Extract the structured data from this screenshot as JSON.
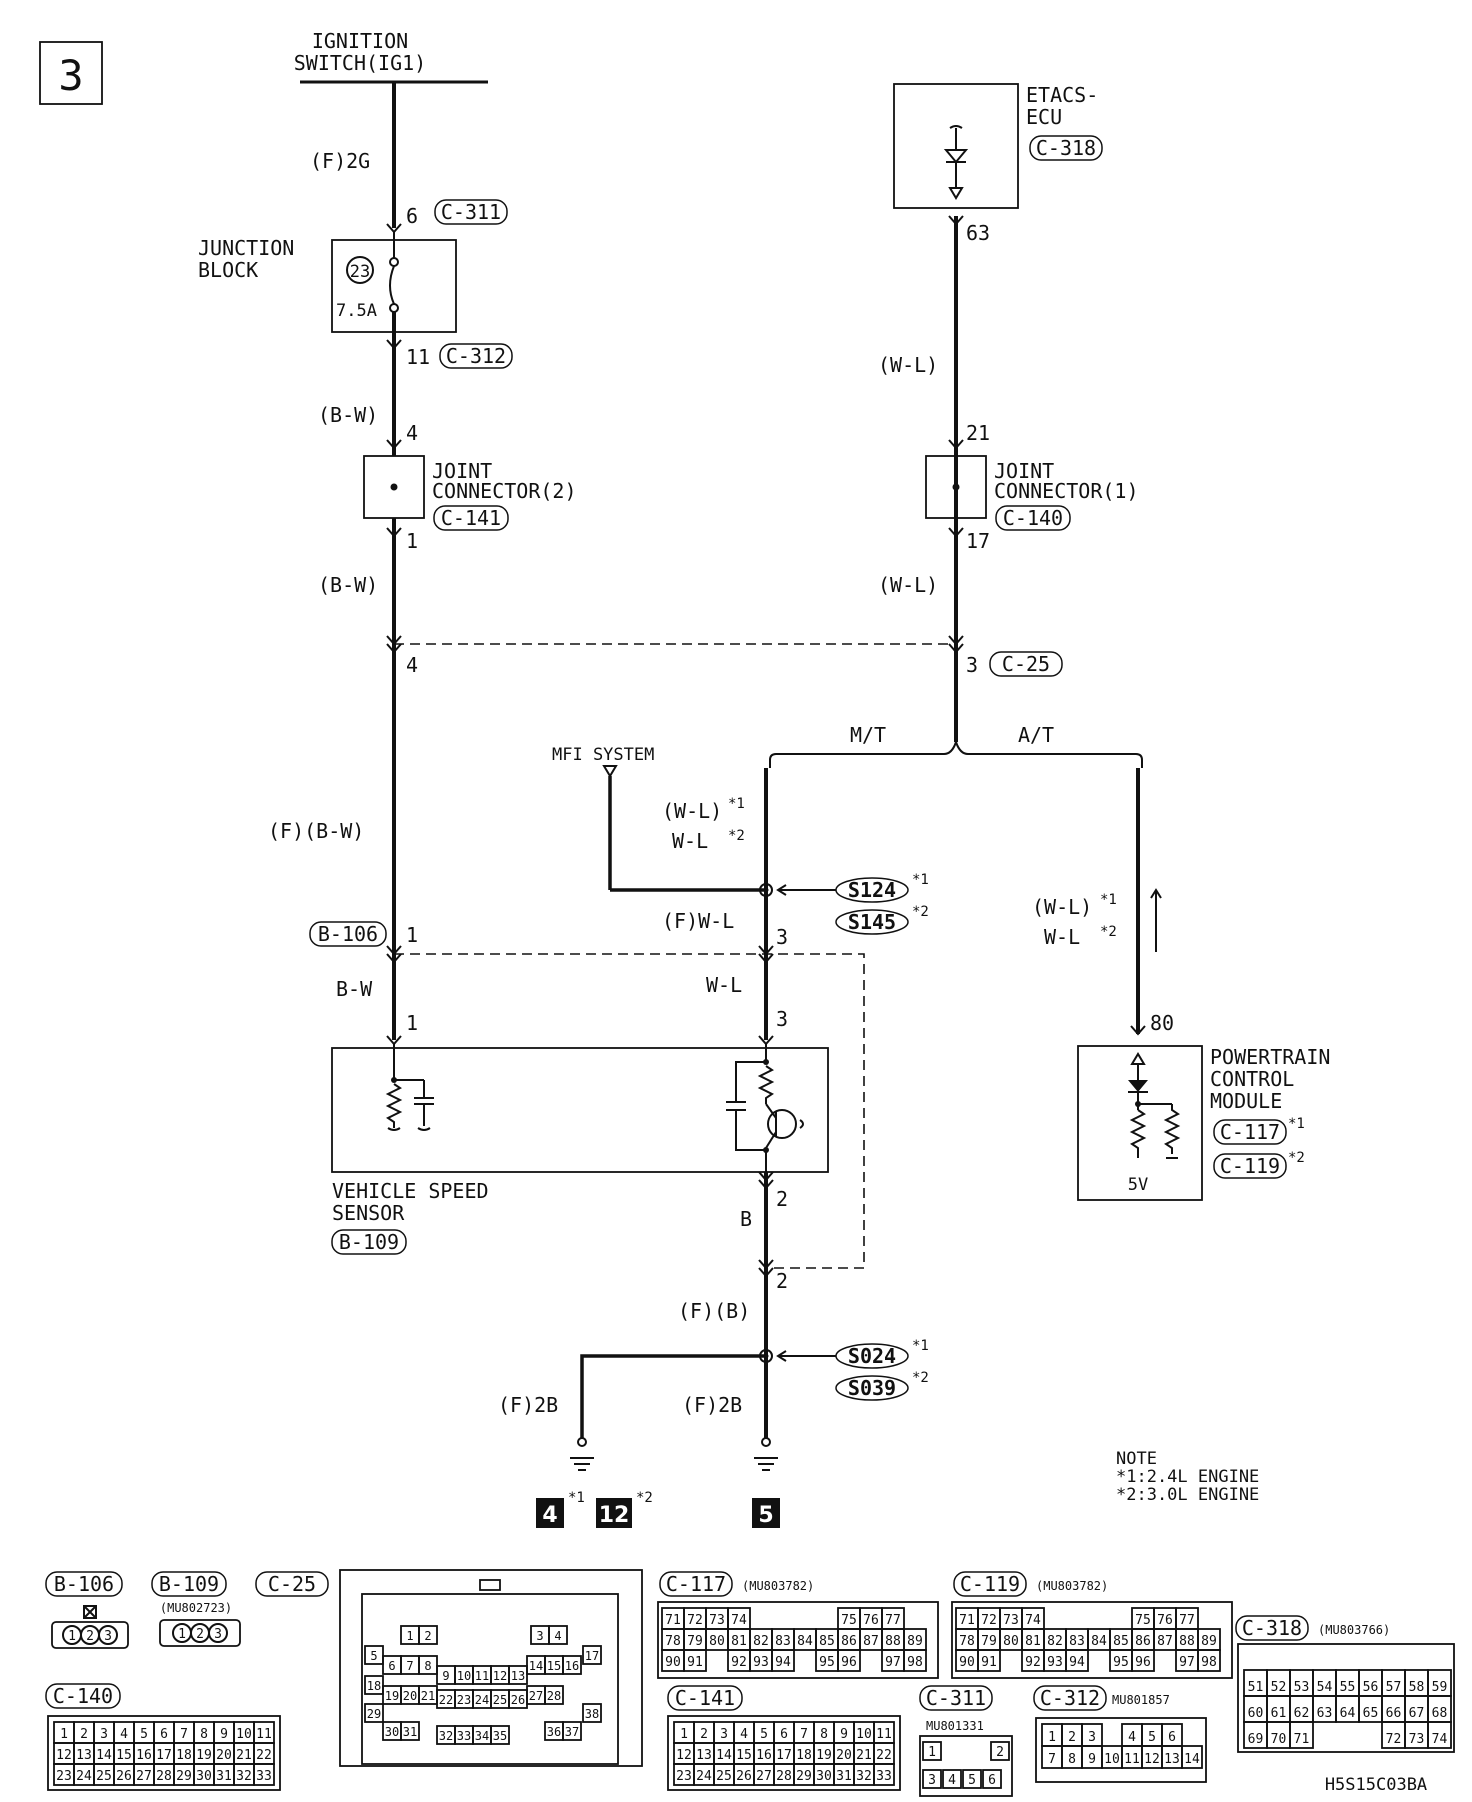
{
  "page": {
    "number": "3",
    "code": "H5S15C03BA"
  },
  "ignition": {
    "line1": "IGNITION",
    "line2": "SWITCH(IG1)",
    "wire": "(F)2G"
  },
  "junction_block": {
    "line1": "JUNCTION",
    "line2": "BLOCK",
    "fuse_no": "23",
    "fuse_amp": "7.5A",
    "pin_top": "6",
    "conn_top": "C-311",
    "pin_bottom": "11",
    "conn_bottom": "C-312"
  },
  "left_wire": {
    "label_a": "(B-W)",
    "pin_a": "4",
    "jc_line1": "JOINT",
    "jc_line2": "CONNECTOR(2)",
    "jc_conn": "C-141",
    "pin_b": "1",
    "label_b": "(B-W)",
    "pin_c": "4",
    "label_c": "(F)(B-W)",
    "conn_b106": "B-106",
    "pin_d": "1",
    "label_d": "B-W",
    "pin_e": "1"
  },
  "etacs": {
    "line1": "ETACS-",
    "line2": "ECU",
    "conn": "C-318",
    "pin": "63",
    "wire": "(W-L)"
  },
  "right_wire": {
    "pin_a": "21",
    "jc_line1": "JOINT",
    "jc_line2": "CONNECTOR(1)",
    "jc_conn": "C-140",
    "pin_b": "17",
    "label_b": "(W-L)",
    "pin_c": "3",
    "conn_c": "C-25",
    "mt": "M/T",
    "at": "A/T"
  },
  "mfi": {
    "label": "MFI SYSTEM",
    "w1": "(W-L)",
    "w2": "W-L",
    "s1": "S124",
    "s2": "S145",
    "wire_f": "(F)W-L",
    "pin_f": "3",
    "wire_g": "W-L",
    "pin_g": "3"
  },
  "note_marks": {
    "n1": "*1",
    "n2": "*2"
  },
  "pcm": {
    "w1": "(W-L)",
    "w2": "W-L",
    "pin": "80",
    "line1": "POWERTRAIN",
    "line2": "CONTROL",
    "line3": "MODULE",
    "conn1": "C-117",
    "conn2": "C-119",
    "volt": "5V"
  },
  "vss": {
    "line1": "VEHICLE SPEED",
    "line2": "SENSOR",
    "conn": "B-109",
    "pin_out": "2",
    "wire_b": "B",
    "pin_b": "2",
    "wire_fb": "(F)(B)",
    "s1": "S024",
    "s2": "S039",
    "gnd_wire_l": "(F)2B",
    "gnd_wire_r": "(F)2B",
    "g4": "4",
    "g12": "12",
    "g5": "5"
  },
  "note": {
    "title": "NOTE",
    "l1": "*1:2.4L ENGINE",
    "l2": "*2:3.0L ENGINE"
  },
  "connectors": {
    "b106": "B-106",
    "b109": "B-109",
    "b109_pn": "(MU802723)",
    "c25": "C-25",
    "c117": "C-117",
    "c117_pn": "(MU803782)",
    "c119": "C-119",
    "c119_pn": "(MU803782)",
    "c318": "C-318",
    "c318_pn": "(MU803766)",
    "c140": "C-140",
    "c141": "C-141",
    "c311": "C-311",
    "c311_pn": "MU801331",
    "c312": "C-312",
    "c312_pn": "MU801857",
    "pins3": [
      "1",
      "2",
      "3"
    ],
    "c140_rows": [
      [
        "1",
        "2",
        "3",
        "4",
        "5",
        "6",
        "7",
        "8",
        "9",
        "10",
        "11"
      ],
      [
        "12",
        "13",
        "14",
        "15",
        "16",
        "17",
        "18",
        "19",
        "20",
        "21",
        "22"
      ],
      [
        "23",
        "24",
        "25",
        "26",
        "27",
        "28",
        "29",
        "30",
        "31",
        "32",
        "33"
      ]
    ],
    "c141_rows": [
      [
        "1",
        "2",
        "3",
        "4",
        "5",
        "6",
        "7",
        "8",
        "9",
        "10",
        "11"
      ],
      [
        "12",
        "13",
        "14",
        "15",
        "16",
        "17",
        "18",
        "19",
        "20",
        "21",
        "22"
      ],
      [
        "23",
        "24",
        "25",
        "26",
        "27",
        "28",
        "29",
        "30",
        "31",
        "32",
        "33"
      ]
    ],
    "c117_rows": [
      [
        "71",
        "72",
        "73",
        "74",
        "",
        "",
        "",
        "",
        "75",
        "76",
        "77"
      ],
      [
        "78",
        "79",
        "80",
        "81",
        "82",
        "83",
        "84",
        "85",
        "86",
        "87",
        "88",
        "89"
      ],
      [
        "90",
        "91",
        "",
        "92",
        "93",
        "94",
        "",
        "95",
        "96",
        "",
        "97",
        "98"
      ]
    ],
    "c318_rows": [
      [
        "51",
        "52",
        "53",
        "54",
        "55",
        "56",
        "57",
        "58",
        "59"
      ],
      [
        "60",
        "61",
        "62",
        "63",
        "64",
        "65",
        "66",
        "67",
        "68"
      ],
      [
        "69",
        "70",
        "71",
        "",
        "",
        "",
        "72",
        "73",
        "74"
      ]
    ],
    "c25_pins": [
      "1",
      "2",
      "3",
      "4",
      "5",
      "6",
      "7",
      "8",
      "9",
      "10",
      "11",
      "12",
      "13",
      "14",
      "15",
      "16",
      "17",
      "18",
      "19",
      "20",
      "21",
      "22",
      "23",
      "24",
      "25",
      "26",
      "27",
      "28",
      "29",
      "30",
      "31",
      "32",
      "33",
      "34",
      "35",
      "36",
      "37",
      "38"
    ],
    "c311_pins": [
      "1",
      "2",
      "3",
      "4",
      "5",
      "6"
    ],
    "c312_rows": [
      [
        "1",
        "2",
        "3",
        "",
        "4",
        "5",
        "6"
      ],
      [
        "7",
        "8",
        "9",
        "10",
        "11",
        "12",
        "13",
        "14"
      ]
    ]
  }
}
